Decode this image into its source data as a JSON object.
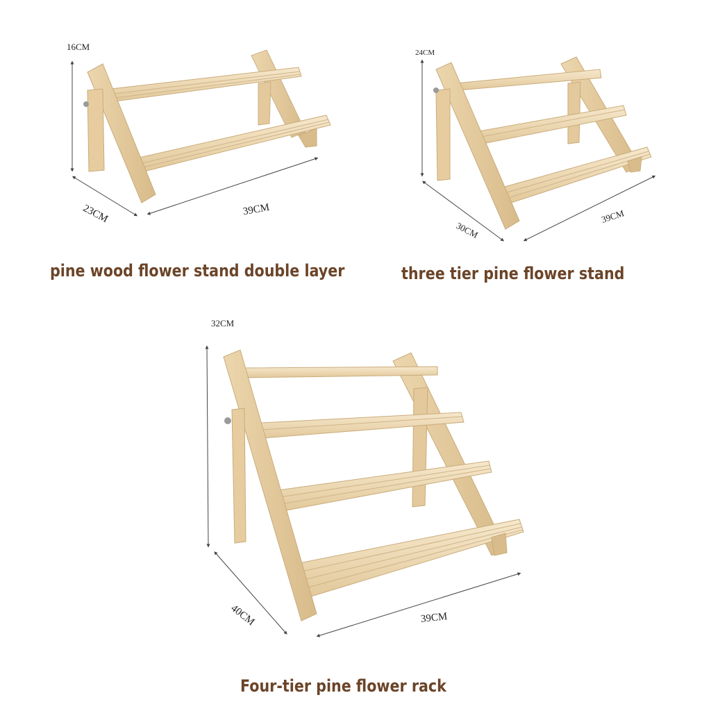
{
  "products": [
    {
      "title": "pine wood flower stand double layer",
      "dimensions": {
        "height": "16CM",
        "depth": "23CM",
        "width": "39CM"
      },
      "tiers": 2
    },
    {
      "title": "three tier pine flower stand",
      "dimensions": {
        "height": "24CM",
        "depth": "30CM",
        "width": "39CM"
      },
      "tiers": 3
    },
    {
      "title": "Four-tier pine flower rack",
      "dimensions": {
        "height": "32CM",
        "depth": "40CM",
        "width": "39CM"
      },
      "tiers": 4
    }
  ],
  "colors": {
    "title": "#6b4428",
    "wood_light": "#f3e2c2",
    "wood_mid": "#e7cfa3",
    "wood_dark": "#d4b483",
    "dimension_line": "#444444"
  }
}
